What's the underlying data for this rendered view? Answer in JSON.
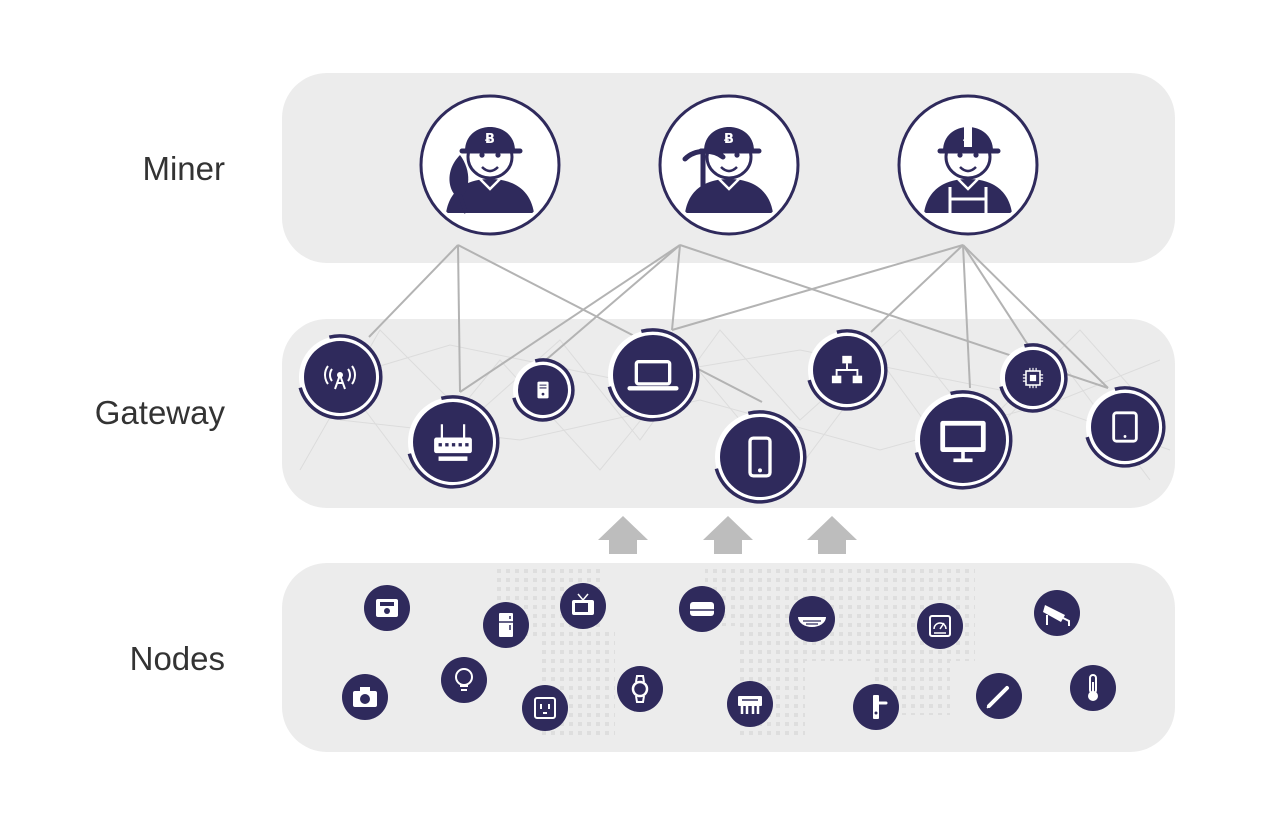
{
  "tiers": {
    "miner": "Miner",
    "gateway": "Gateway",
    "nodes": "Nodes"
  },
  "colors": {
    "primary": "#2f2a5c",
    "band": "#ececec",
    "band_mesh": "#dcdcdc",
    "connector": "#b3b3b3",
    "arrow": "#bdbdbd",
    "label": "#333333"
  },
  "miners": [
    {
      "name": "miner-shovel",
      "icon": "miner-shovel-icon"
    },
    {
      "name": "miner-pickaxe",
      "icon": "miner-pickaxe-icon"
    },
    {
      "name": "miner-helmet",
      "icon": "miner-helmet-icon"
    }
  ],
  "gateways": [
    {
      "name": "gateway-antenna",
      "icon": "antenna-icon"
    },
    {
      "name": "gateway-router",
      "icon": "router-icon"
    },
    {
      "name": "gateway-server",
      "icon": "server-icon"
    },
    {
      "name": "gateway-laptop",
      "icon": "laptop-icon"
    },
    {
      "name": "gateway-phone",
      "icon": "phone-icon"
    },
    {
      "name": "gateway-network",
      "icon": "network-icon"
    },
    {
      "name": "gateway-monitor",
      "icon": "monitor-icon"
    },
    {
      "name": "gateway-chip",
      "icon": "chip-icon"
    },
    {
      "name": "gateway-tablet",
      "icon": "tablet-icon"
    }
  ],
  "nodes": [
    {
      "name": "node-radio",
      "icon": "radio-icon"
    },
    {
      "name": "node-fridge",
      "icon": "fridge-icon"
    },
    {
      "name": "node-tv",
      "icon": "tv-icon"
    },
    {
      "name": "node-disk",
      "icon": "disk-icon"
    },
    {
      "name": "node-bowl",
      "icon": "bowl-icon"
    },
    {
      "name": "node-gauge",
      "icon": "gauge-icon"
    },
    {
      "name": "node-cctv",
      "icon": "cctv-camera-icon"
    },
    {
      "name": "node-camera",
      "icon": "camera-icon"
    },
    {
      "name": "node-bulb",
      "icon": "light-bulb-icon"
    },
    {
      "name": "node-socket",
      "icon": "socket-icon"
    },
    {
      "name": "node-watch",
      "icon": "watch-icon"
    },
    {
      "name": "node-purifier",
      "icon": "purifier-icon"
    },
    {
      "name": "node-doorlock",
      "icon": "door-lock-icon"
    },
    {
      "name": "node-pen",
      "icon": "pen-icon"
    },
    {
      "name": "node-thermometer",
      "icon": "thermometer-icon"
    }
  ],
  "links": [
    [
      0,
      0
    ],
    [
      0,
      1
    ],
    [
      0,
      4
    ],
    [
      1,
      1
    ],
    [
      1,
      2
    ],
    [
      1,
      3
    ],
    [
      1,
      8
    ],
    [
      2,
      3
    ],
    [
      2,
      5
    ],
    [
      2,
      6
    ],
    [
      2,
      7
    ],
    [
      2,
      8
    ]
  ]
}
